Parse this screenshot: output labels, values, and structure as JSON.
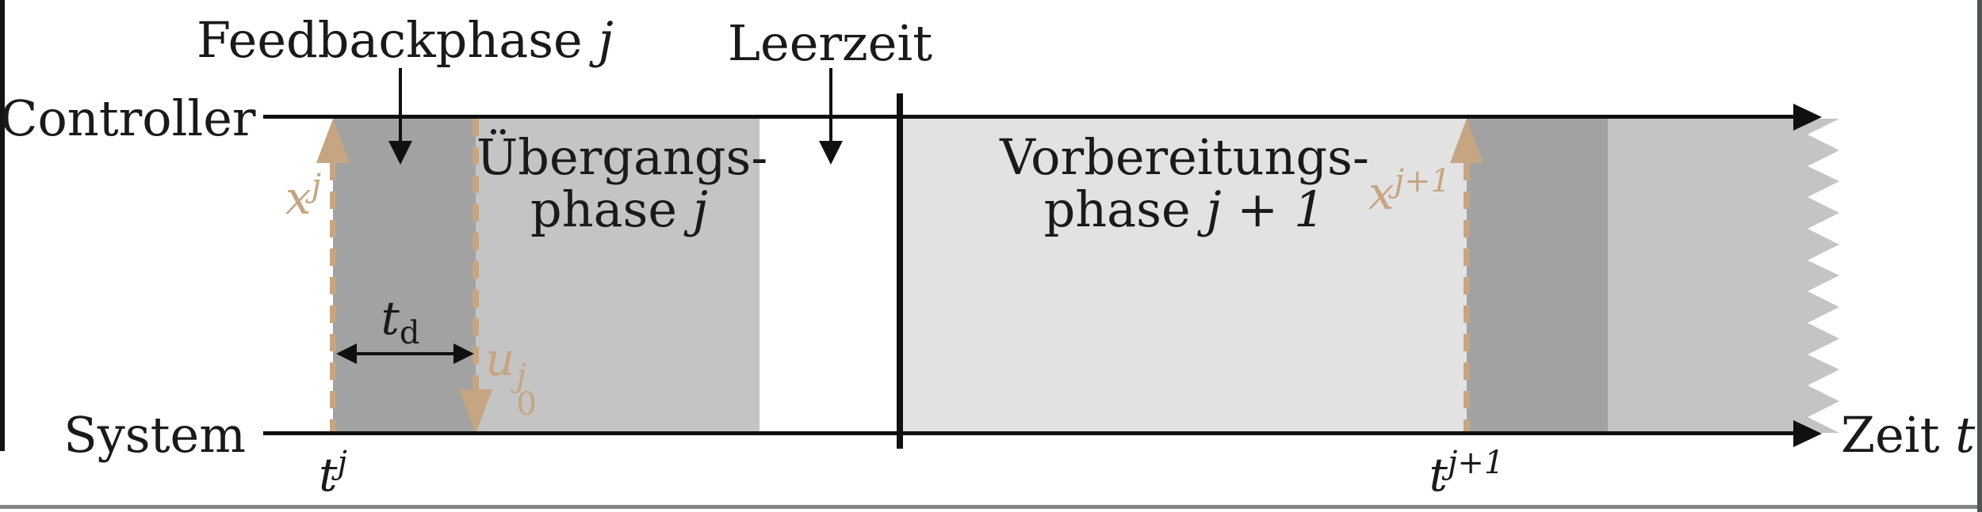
{
  "colors": {
    "phase_dark": "#a2a2a2",
    "phase_medium": "#c4c4c4",
    "phase_light": "#e2e2e2",
    "tan": "#c6a582",
    "border_bottom": "#848484",
    "border_right": "#4d574f"
  },
  "lanes": {
    "controller": "Controller",
    "system": "System"
  },
  "callouts": {
    "feedback_text": "Feedbackphase ",
    "feedback_math": "j",
    "idle_text": "Leerzeit"
  },
  "phases": {
    "transition_line1": "Übergangs-",
    "transition_line2": "phase ",
    "transition_math": "j",
    "preparation_line1": "Vorbereitungs-",
    "preparation_line2": "phase ",
    "preparation_math": "j + 1"
  },
  "signals": {
    "x_j": {
      "base": "x",
      "sup": "j"
    },
    "x_j1": {
      "base": "x",
      "sup": "j+1"
    },
    "u_0j": {
      "base": "u",
      "sup": "j",
      "sub": "0"
    }
  },
  "time": {
    "t_j": {
      "base": "t",
      "sup": "j"
    },
    "t_j1": {
      "base": "t",
      "sup": "j+1"
    },
    "t_d": {
      "base": "t",
      "sub": "d"
    },
    "axis_text": "Zeit ",
    "axis_math": "t"
  }
}
